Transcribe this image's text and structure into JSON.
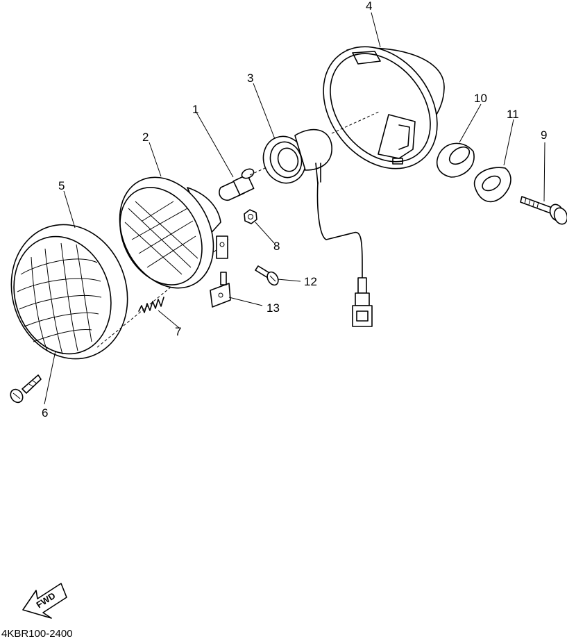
{
  "callouts": {
    "c1": "1",
    "c2": "2",
    "c3": "3",
    "c4": "4",
    "c5": "5",
    "c6": "6",
    "c7": "7",
    "c8": "8",
    "c9": "9",
    "c10": "10",
    "c11": "11",
    "c12": "12",
    "c13": "13"
  },
  "direction_arrow": {
    "label": "FWD"
  },
  "diagram_code": "4KBR100-2400"
}
